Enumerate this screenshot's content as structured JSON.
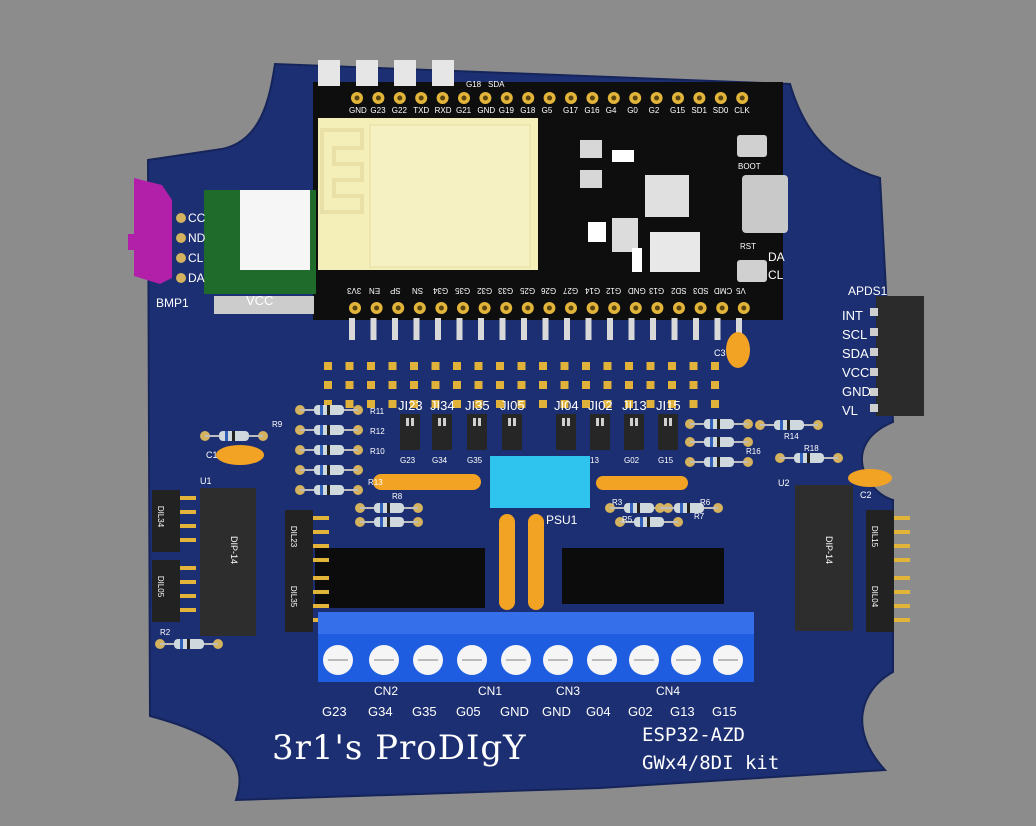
{
  "board": {
    "colors": {
      "background": "#8c8c8c",
      "pcb": "#1c2f72",
      "silkscreen": "#ffffff",
      "terminal_block": "#1f5de0",
      "ic_body": "#111111",
      "capacitor": "#f2a324",
      "esp_module": "#f4efb8",
      "jumper_cap": "#2a2a2a",
      "psu": "#2ec4ee",
      "bmp_connector": "#b21fa8",
      "resistor": "#cfd8dc"
    },
    "brand_text": "3r1's ProDIgY",
    "kit_line1": "ESP32-AZD",
    "kit_line2": "GWx4/8DI kit"
  },
  "esp32": {
    "top_pins": [
      "GND",
      "G23",
      "G22",
      "TXD",
      "RXD",
      "G21",
      "GND",
      "G19",
      "G18",
      "G5",
      "G17",
      "G16",
      "G4",
      "G0",
      "G2",
      "G15",
      "SD1",
      "SD0",
      "CLK"
    ],
    "bottom_pins": [
      "3V3",
      "EN",
      "SP",
      "SN",
      "G34",
      "G35",
      "G32",
      "G33",
      "G25",
      "G26",
      "G27",
      "G14",
      "G12",
      "GND",
      "G13",
      "SD2",
      "SD3",
      "CMD",
      "V5"
    ],
    "boot_label": "BOOT",
    "rst_label": "RST",
    "above_labels": [
      "G18",
      "SDA"
    ],
    "right_labels": [
      "DA",
      "CL"
    ]
  },
  "bmp": {
    "label": "BMP1",
    "pins": [
      "CC",
      "ND",
      "CL",
      "DA"
    ],
    "vcc": "VCC"
  },
  "apds": {
    "label": "APDS1",
    "pins": [
      "INT",
      "SCL",
      "SDA",
      "VCC",
      "GND",
      "VL"
    ]
  },
  "jumpers": [
    "JI23",
    "JI34",
    "JI35",
    "JI05",
    "JI04",
    "JI02",
    "JI13",
    "JI15"
  ],
  "jumper_sub": [
    "G23",
    "G34",
    "G35",
    "",
    "",
    "13",
    "G02",
    "G15"
  ],
  "psu": {
    "label": "PSU1"
  },
  "ics": {
    "u1": "U1",
    "u2": "U2",
    "body": "DIP-14"
  },
  "dils": [
    "DIL34",
    "DIL05",
    "DIL23",
    "DIL35",
    "DIL15",
    "DIL04"
  ],
  "resistors": [
    "R11",
    "R12",
    "R10",
    "R13",
    "R14",
    "R18",
    "R16",
    "R9",
    "R8",
    "R7",
    "R5",
    "R6",
    "R2",
    "R3"
  ],
  "caps": [
    "C1",
    "C2",
    "C3"
  ],
  "connectors": {
    "groups": [
      "CN2",
      "CN1",
      "CN3",
      "CN4"
    ],
    "terminals": [
      "G23",
      "G34",
      "G35",
      "G05",
      "GND",
      "GND",
      "G04",
      "G02",
      "G13",
      "G15"
    ]
  }
}
